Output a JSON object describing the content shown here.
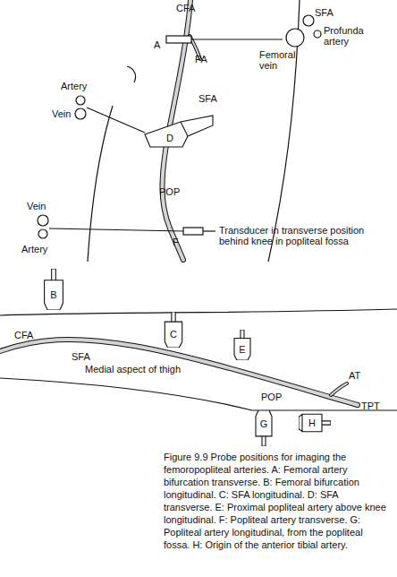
{
  "diagram": {
    "caption": "Figure 9.9 Probe positions for imaging the femoropopliteal arteries. A: Femoral artery bifurcation transverse. B: Femoral bifurcation longitudinal. C: SFA longitudinal. D: SFA transverse. E: Proximal popliteal artery above knee longitudinal. F: Popliteal artery transverse. G: Popliteal artery longitudinal, from the popliteal fossa. H: Origin of the anterior tibial artery.",
    "nodes": [
      {
        "text": [
          "D"
        ]
      },
      {
        "text": [
          "B"
        ]
      },
      {
        "text": [
          "C"
        ]
      },
      {
        "text": [
          "E"
        ]
      },
      {
        "text": [
          "G"
        ]
      },
      {
        "text": [
          "H"
        ]
      }
    ],
    "labels": [
      "CFA",
      "A",
      "PA",
      "SFA",
      "Profunda artery",
      "Femoral vein",
      "SFA",
      "Artery",
      "Vein",
      "POP",
      "Vein",
      "Artery",
      "F",
      "Transducer in transverse position behind knee in popliteal fossa",
      "CFA",
      "SFA",
      "Medial aspect of thigh",
      "AT",
      "TPT",
      "POP"
    ]
  }
}
